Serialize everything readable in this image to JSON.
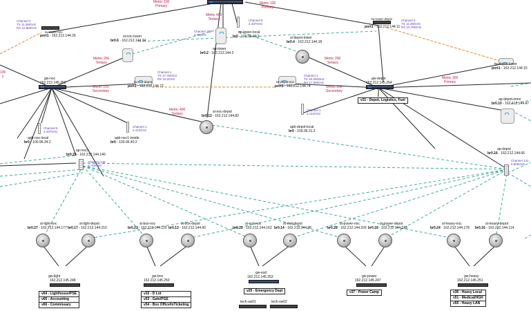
{
  "colors": {
    "primary_link": "#222222",
    "wireless_link": "#2aa38a",
    "orange_link": "#e08a2c",
    "metric_text": "#c0183c",
    "channel_text": "#4b3cc4"
  },
  "nodes": {
    "tw_top_left": {
      "name": "tw-tower-noc",
      "port": "port1",
      "ip": "162.212.144.26",
      "chan": [
        "Channel 2",
        "TX 11.3MGHz",
        "RX 10.8MGHz"
      ]
    },
    "st_noc_lower": {
      "name": "st-noc-lower",
      "port": "br0.6",
      "ip": "162.212.144.34"
    },
    "ap_tower": {
      "name": "ap-tower",
      "port": "br0.2",
      "ip": "162.212.144.2",
      "chan": [
        "Channel 150",
        "5.75GHz"
      ]
    },
    "ap_tower_local": {
      "name": "ap-tower-local",
      "port": "br0",
      "ip": "100.96.30.2",
      "chan": [
        "Channel 6",
        "2.437GHz"
      ]
    },
    "st_depot_lower": {
      "name": "st-depot-lower",
      "port": "br0.4",
      "ip": "162.212.144.18"
    },
    "tw_tower_depot": {
      "name": "tw-tower-depot",
      "port": "port1",
      "ip": "162.212.144.11",
      "chan": [
        "Channel 2",
        "TX 11.2MGHz",
        "RX 10.7MGHz"
      ]
    },
    "tw_depot_lower": {
      "name": "tw-depot-lower",
      "port": "port1",
      "ip": "162.212.144.15"
    },
    "gw_noc": {
      "name": "gw-noc",
      "ip": "162.212.145.252"
    },
    "tw_noc_depot": {
      "name": "tw-noc-depot",
      "port": "port1",
      "ip": "162.212.144.73",
      "chan": [
        "Channel 1",
        "TX 17.7MGHz",
        "RX 18.2GHz"
      ]
    },
    "tw_depot_noc": {
      "name": "tw-depot-noc",
      "port": "port1",
      "ip": "162.212.144.74",
      "chan": [
        "Channel 1",
        "TX 16.325GHz",
        "RX 17.5MGHz"
      ]
    },
    "gw_depot": {
      "name": "gw-depot",
      "ip": "162.212.145.254"
    },
    "gw_depot_vlan": "v31 - Depot, Logistics, Fuel",
    "st_noc_depot": {
      "name": "st-noc-depot",
      "port": "br0.12",
      "ip": "162.212.144.82"
    },
    "ap_depot_omni": {
      "name": "ap-depot-omni",
      "port": "br0.10",
      "ip": "162.212.144.47"
    },
    "apb_noc_local": {
      "name": "apb-noc-local",
      "port": "br0",
      "ip": "100.96.34.2",
      "chan": [
        "Channel 6",
        "2.437GHz"
      ]
    },
    "apb_noc1_inside": {
      "name": "apb-noc1-inside",
      "port": "br0",
      "ip": "100.96.40.2",
      "chan": [
        "Channel 1",
        "2.412GHz"
      ]
    },
    "apb_depot_local": {
      "name": "apb-depot-local",
      "port": "br0",
      "ip": "100.96.31.2",
      "chan": [
        "Channel 1",
        "2.412GHz"
      ]
    },
    "ap_noc3": {
      "name": "ap-noc3",
      "port": "br0.25",
      "ip": "162.212.144.146",
      "chan": [
        "Channel 148",
        "5.740GHz"
      ]
    },
    "ap_depot": {
      "name": "ap-depot",
      "port": "br0.16",
      "ip": "162.212.144.66",
      "chan": [
        "Channel 141",
        "5.805GHz"
      ]
    }
  },
  "metrics": [
    {
      "id": "m_top_left",
      "lines": [
        "Metric 100",
        "Primary"
      ]
    },
    {
      "id": "m_top_mid",
      "lines": [
        "Metric 400",
        "Tertiary"
      ]
    },
    {
      "id": "m_top_right",
      "lines": [
        "Metric 100",
        "Primary"
      ]
    },
    {
      "id": "m_noc_lower",
      "lines": [
        "Metric 200",
        "Tertiary"
      ]
    },
    {
      "id": "m_depot_lower",
      "lines": [
        "Metric 200",
        "Tertiary"
      ]
    },
    {
      "id": "m_depot_right",
      "lines": [
        "Metric 300",
        "Primary"
      ]
    },
    {
      "id": "m_left_edge",
      "lines": [
        "100",
        "y"
      ]
    },
    {
      "id": "m_noc_depot_l",
      "lines": [
        "Metric 150",
        "Secondary"
      ]
    },
    {
      "id": "m_noc_depot_r",
      "lines": [
        "Metric 150",
        "Secondary"
      ]
    },
    {
      "id": "m_noc_stdepot",
      "lines": [
        "Metric 400",
        "Tertiary"
      ]
    }
  ],
  "stations": [
    {
      "name": "st-light-noc",
      "port": "br0.27",
      "ip": "162.212.144.177"
    },
    {
      "name": "st-light-depot",
      "port": "br0.17",
      "ip": "162.212.144.210"
    },
    {
      "name": "st-box-noc",
      "port": "br0.23",
      "ip": "162.212.144.125"
    },
    {
      "name": "st-box-depot",
      "port": "br0.13",
      "ip": "162.212.144.90"
    },
    {
      "name": "st-esd-noc",
      "port": "br0.22",
      "ip": "162.212.144.162"
    },
    {
      "name": "st-esd-depot",
      "port": "br0.14",
      "ip": "162.212.144.98"
    },
    {
      "name": "st-power-noc",
      "port": "br0.28",
      "ip": "162.212.144.226"
    },
    {
      "name": "st-power-depot",
      "port": "br0.18",
      "ip": "162.212.144.218"
    },
    {
      "name": "st-heavy-noc",
      "port": "br0.24",
      "ip": "162.212.144.178"
    },
    {
      "name": "st-heavy-depot",
      "port": "br0.16",
      "ip": "162.212.144.114"
    }
  ],
  "gateways": [
    {
      "name": "gw-light",
      "ip": "162.212.145.248",
      "vlans": [
        "v64 - Lighthouse/PSE",
        "v65 - Accounting",
        "v66 - Commissary"
      ]
    },
    {
      "name": "gw-box",
      "ip": "162.212.145.250",
      "vlans": [
        "v32 - D Lot",
        "v53 - Gate/PGE",
        "v54 - Box Office/InTicketing"
      ]
    },
    {
      "name": "gw-esd",
      "ip": "162.212.145.253",
      "vlans": [
        "v20 - Emergency Dept"
      ]
    },
    {
      "name": "gw-power",
      "ip": "162.212.145.247",
      "vlans": [
        "v37 - Power Camp"
      ]
    },
    {
      "name": "gw-heavy",
      "ip": "162.212.145.251",
      "vlans": [
        "v36 - Heavy Local",
        "v51 - Medical/HGH",
        "v55 - Heavy LAN"
      ]
    }
  ],
  "tech_switches": [
    "tech-sw01",
    "tech-sw02"
  ]
}
